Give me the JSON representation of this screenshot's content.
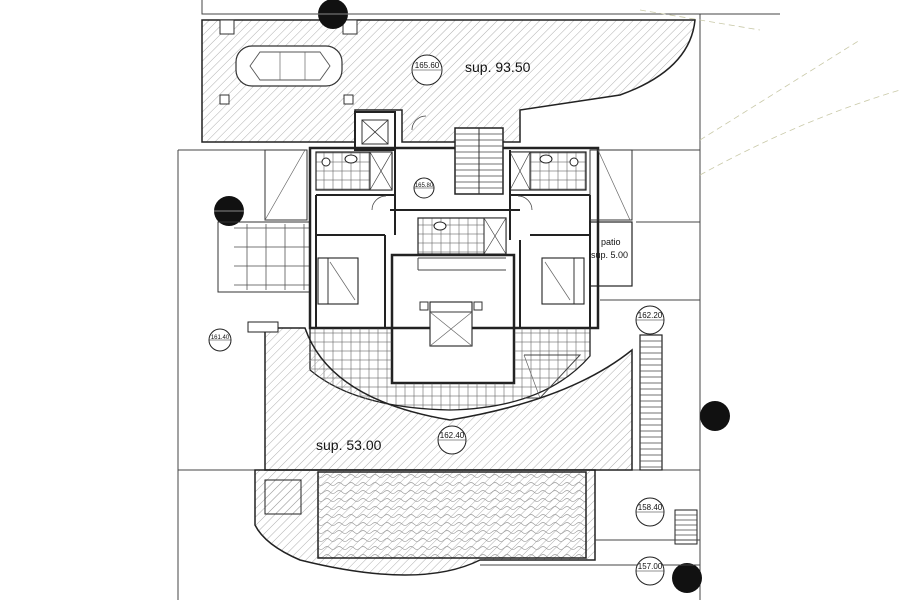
{
  "terraces": {
    "top_area": "sup. 93.50",
    "front_area": "sup. 53.00"
  },
  "patio": {
    "label": "patio",
    "area": "sup. 5.00"
  },
  "level_markers": [
    {
      "id": "level-165-60",
      "value": "165.60"
    },
    {
      "id": "level-165-80",
      "value": "165.80"
    },
    {
      "id": "level-161-40",
      "value": "161.40"
    },
    {
      "id": "level-162-20",
      "value": "162.20"
    },
    {
      "id": "level-162-40",
      "value": "162.40"
    },
    {
      "id": "level-158-40",
      "value": "158.40"
    },
    {
      "id": "level-157-00",
      "value": "157.00"
    }
  ],
  "colors": {
    "hatch": "#9a9a9a",
    "tile_grid": "#555555",
    "wall": "#222222",
    "tree": "#111111"
  }
}
